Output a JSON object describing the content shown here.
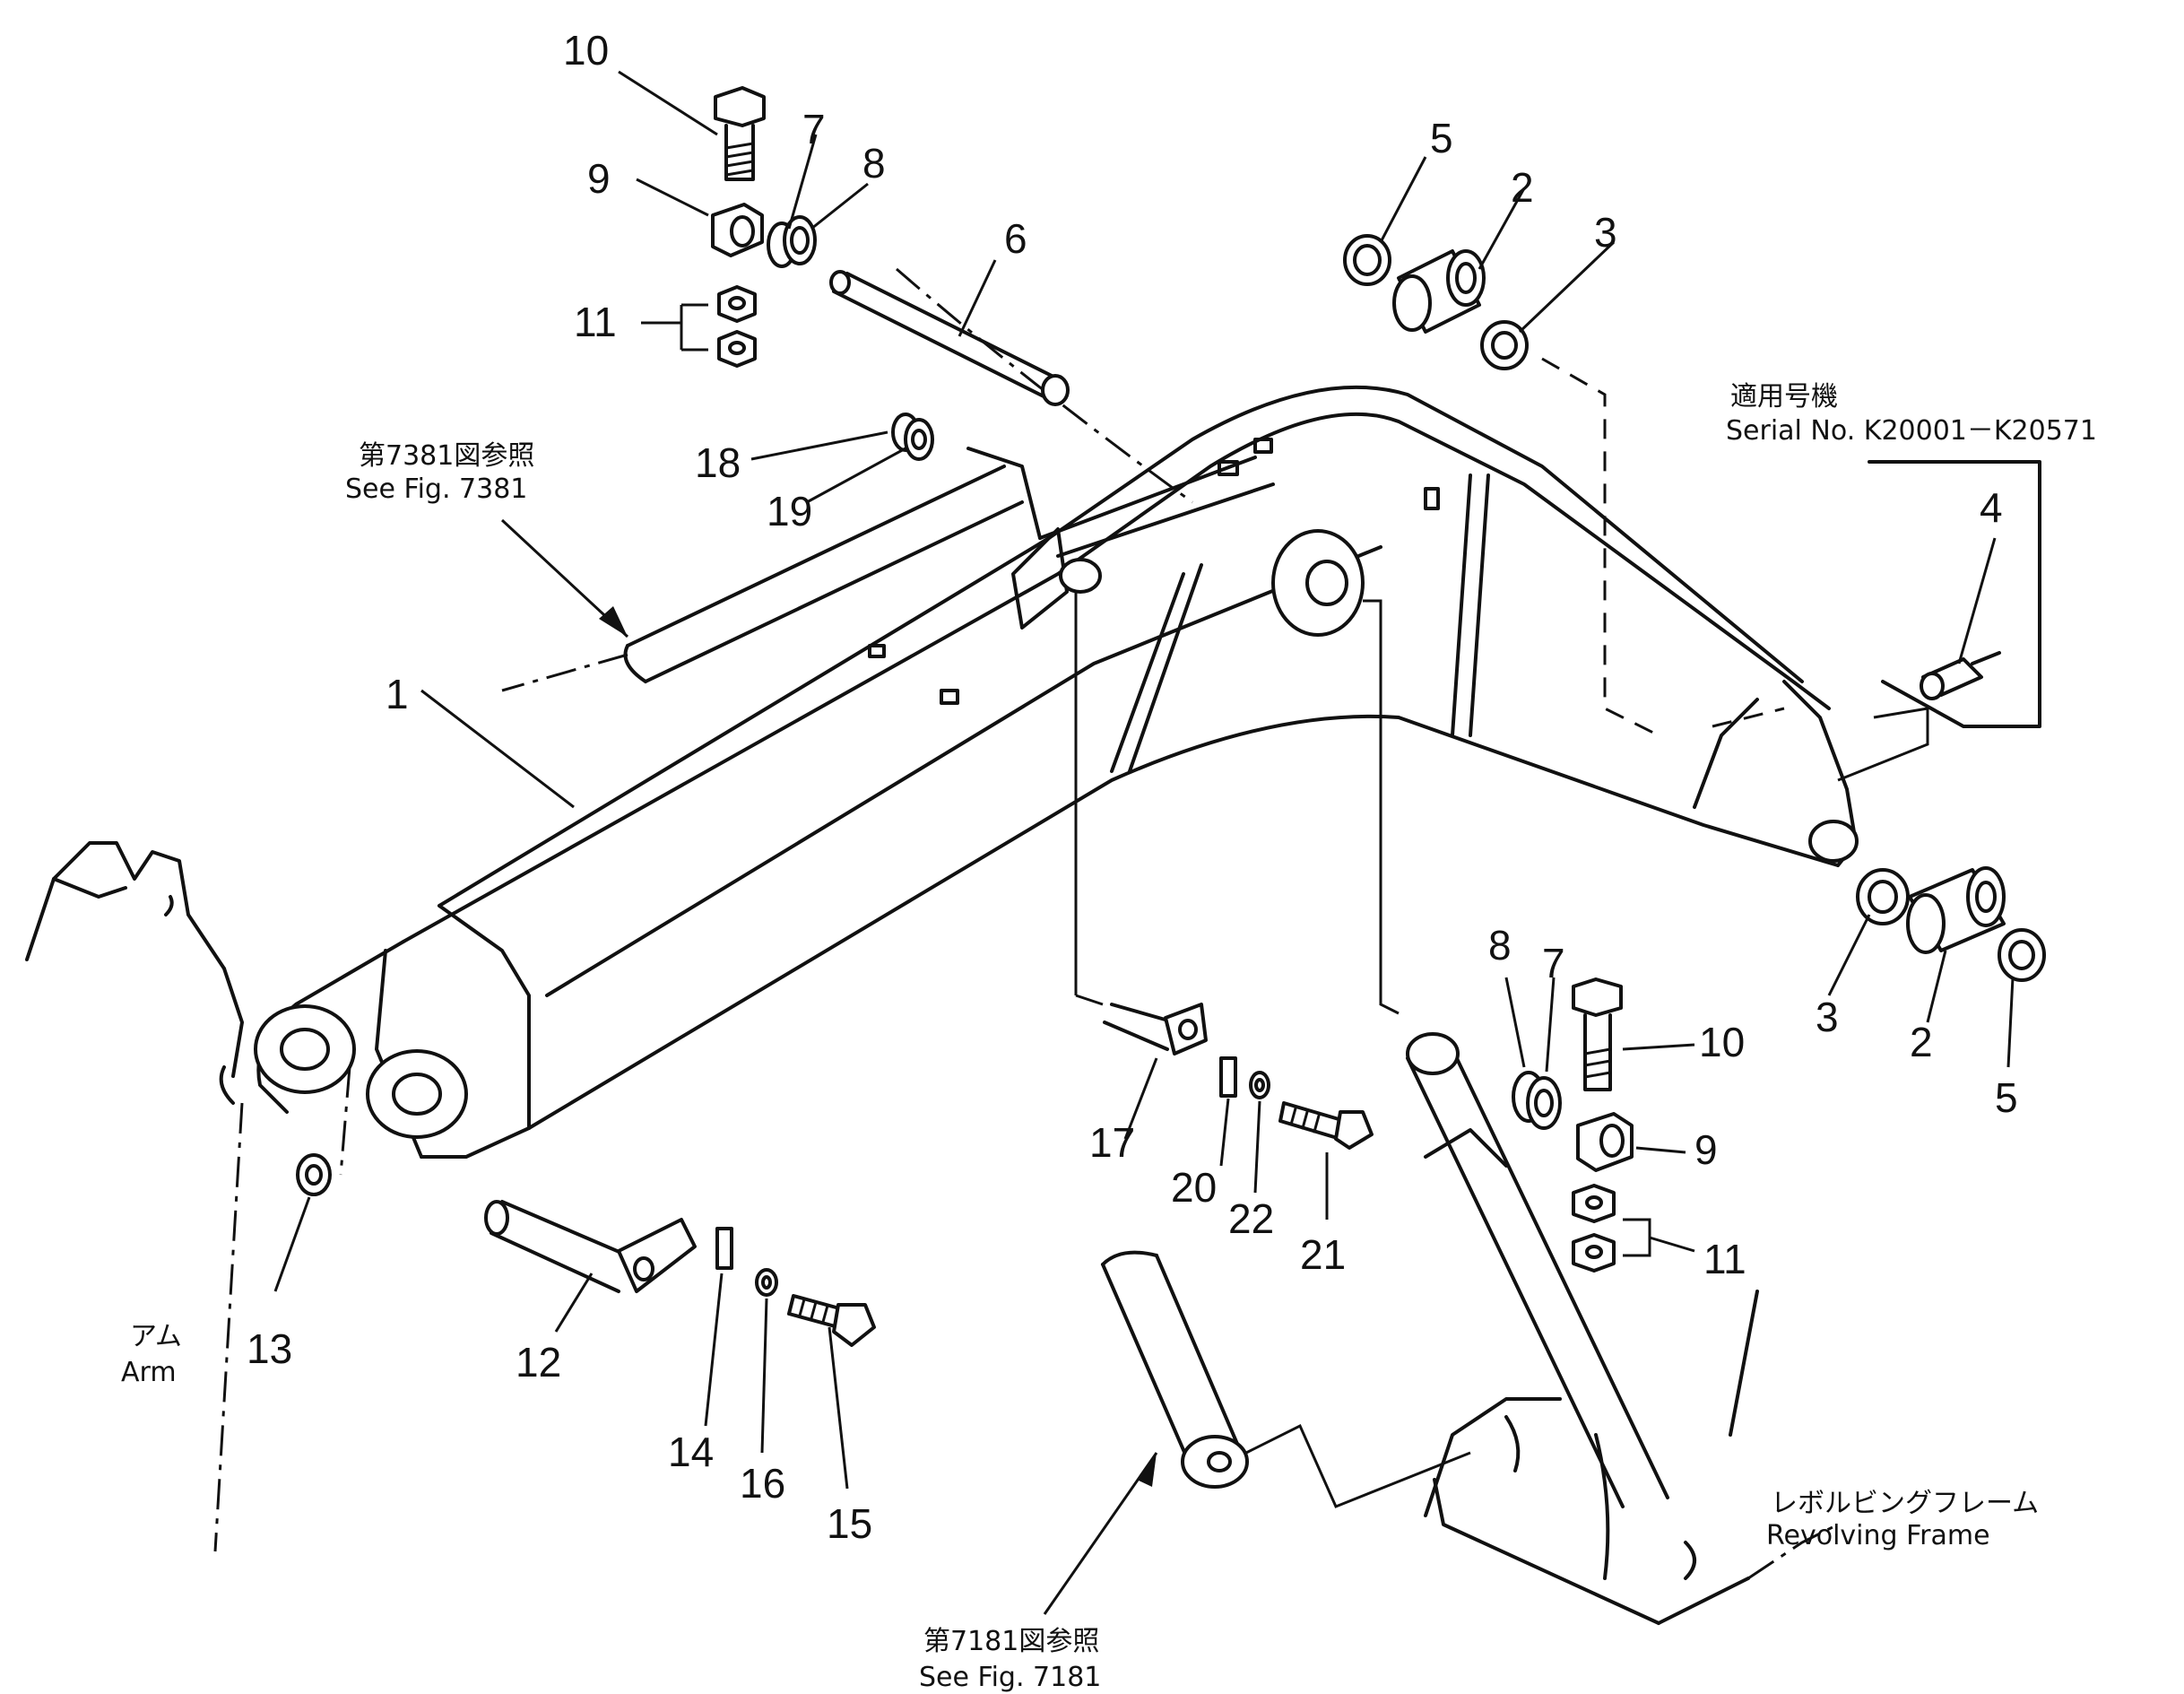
{
  "parts": {
    "p1": "1",
    "p2a": "2",
    "p2b": "2",
    "p3a": "3",
    "p3b": "3",
    "p4": "4",
    "p5a": "5",
    "p5b": "5",
    "p6": "6",
    "p7a": "7",
    "p7b": "7",
    "p8a": "8",
    "p8b": "8",
    "p9a": "9",
    "p9b": "9",
    "p10a": "10",
    "p10b": "10",
    "p11a": "11",
    "p11b": "11",
    "p12": "12",
    "p13": "13",
    "p14": "14",
    "p15": "15",
    "p16": "16",
    "p17": "17",
    "p18": "18",
    "p19": "19",
    "p20": "20",
    "p21": "21",
    "p22": "22"
  },
  "notes": {
    "fig7381_jp": "第7381図参照",
    "fig7381_en": "See Fig. 7381",
    "fig7181_jp": "第7181図参照",
    "fig7181_en": "See Fig. 7181",
    "serial_jp": "適用号機",
    "serial_en": "Serial No. K20001－K20571",
    "arm_jp": "アム",
    "arm_en": "Arm",
    "frame_jp": "レボルビングフレーム",
    "frame_en": "Revolving Frame"
  }
}
